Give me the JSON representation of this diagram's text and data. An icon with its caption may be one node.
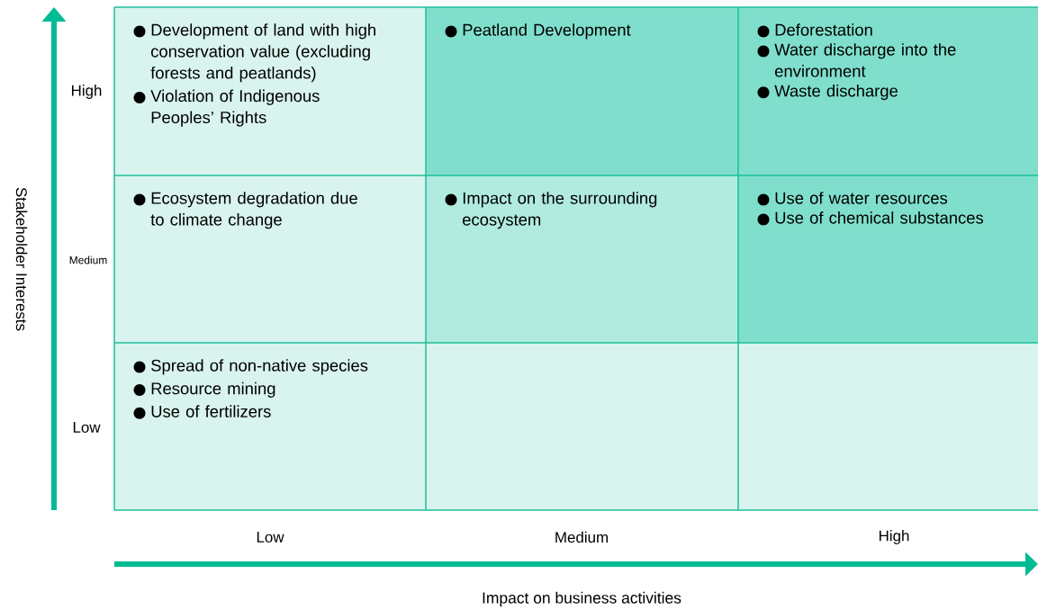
{
  "diagram": {
    "nodes": [
      {
        "text": [
          "Development of land with high conservation value (excluding forests and peatlands)",
          "Violation of Indigenous Peoples’ Rights"
        ]
      },
      {
        "text": [
          "Peatland Development"
        ]
      },
      {
        "text": [
          "Deforestation",
          "Water discharge into the environment",
          "Waste discharge"
        ]
      },
      {
        "text": [
          "Ecosystem degradation due to climate change"
        ]
      },
      {
        "text": [
          "Impact on the surrounding ecosystem"
        ]
      },
      {
        "text": [
          "Use of water resources",
          "Use of chemical substances"
        ]
      },
      {
        "text": [
          "Spread of non-native species",
          "Resource mining",
          "Use of fertilizers"
        ]
      },
      {
        "text": [],
        "shape": "box"
      },
      {
        "text": [],
        "shape": "box"
      }
    ],
    "labels": [
      "High",
      "Medium",
      "Low",
      "Stakeholder Interests",
      "Low",
      "Medium",
      "High",
      "Impact on business activities"
    ]
  }
}
